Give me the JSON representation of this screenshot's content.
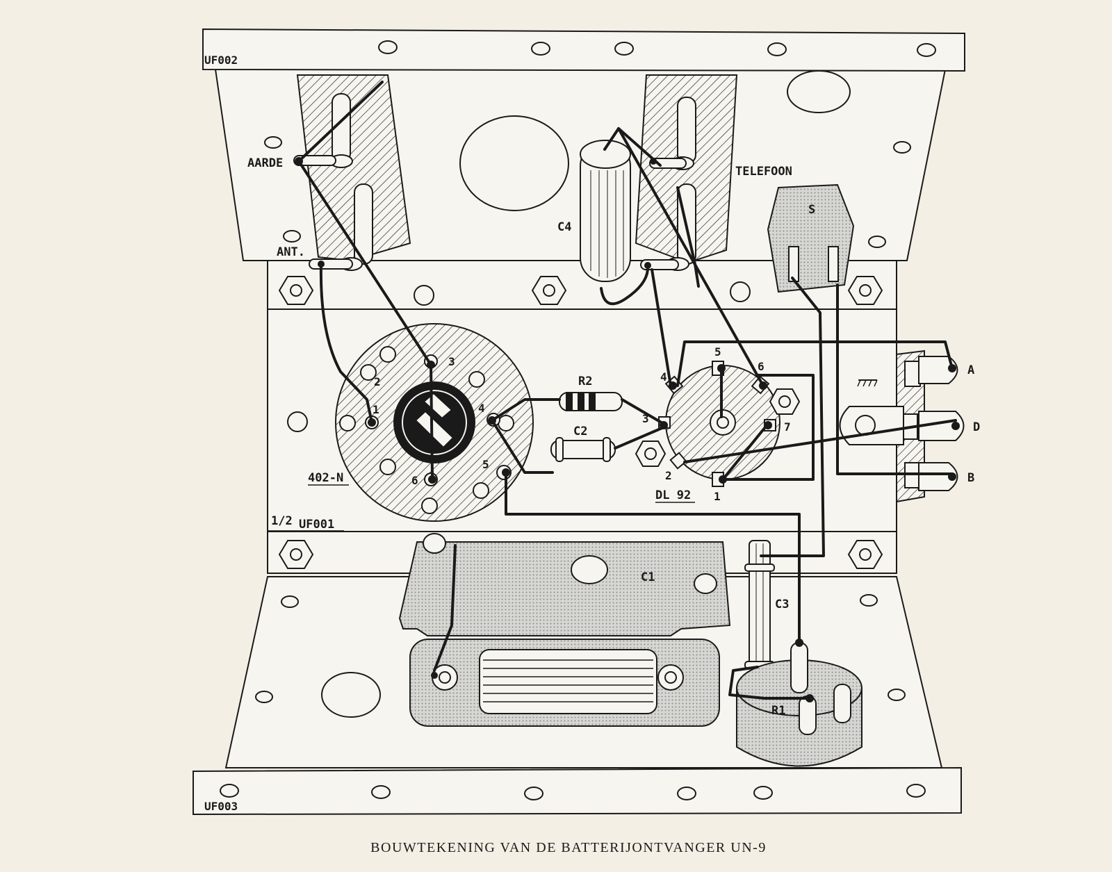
{
  "caption": "BOUWTEKENING VAN DE BATTERIJONTVANGER UN-9",
  "panels": {
    "top": "UF002",
    "middle_half": "1/2",
    "middle": "UF001",
    "bottom": "UF003"
  },
  "terminals": {
    "aarde": "AARDE",
    "ant": "ANT.",
    "telefoon": "TELEFOON",
    "switch": "S",
    "a": "A",
    "d": "D",
    "b": "B"
  },
  "components": {
    "c1": "C1",
    "c2": "C2",
    "c3": "C3",
    "c4": "C4",
    "r1": "R1",
    "r2": "R2"
  },
  "coil_socket": {
    "name": "402-N",
    "pins": [
      "1",
      "2",
      "3",
      "4",
      "5",
      "6"
    ]
  },
  "tube_socket": {
    "name": "DL 92",
    "pins": [
      "1",
      "2",
      "3",
      "4",
      "5",
      "6",
      "7"
    ]
  },
  "colors": {
    "paper": "#f3efe4",
    "ink": "#1a1a1a",
    "metal": "#f7f5ef",
    "stipple": "#c9c9c4"
  }
}
